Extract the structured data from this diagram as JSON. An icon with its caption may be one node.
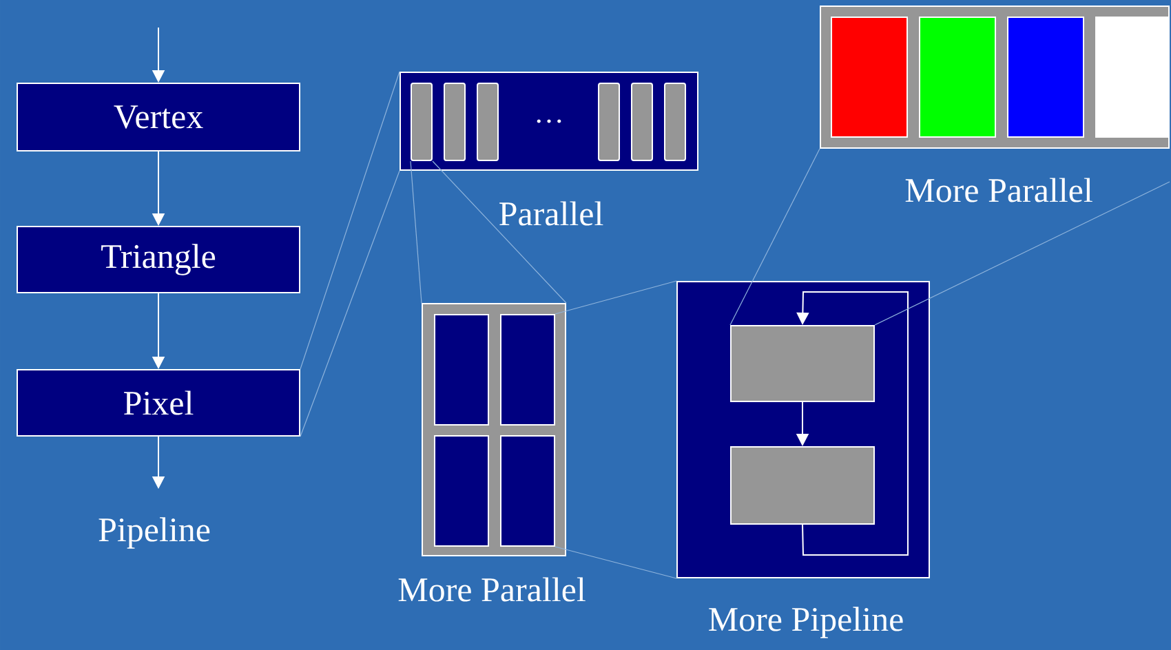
{
  "diagram": {
    "nodes": [
      {
        "text": [
          "Vertex"
        ]
      },
      {
        "text": [
          "Triangle"
        ]
      },
      {
        "text": [
          "Pixel"
        ]
      },
      {
        "text": [
          "…"
        ],
        "beside": [
          "Parallel"
        ]
      },
      {
        "text": [],
        "shape": "bar",
        "in": 3
      },
      {
        "text": [],
        "shape": "bar",
        "in": 3
      },
      {
        "text": [],
        "shape": "bar",
        "in": 3
      },
      {
        "text": [],
        "shape": "bar",
        "in": 3
      },
      {
        "text": [],
        "shape": "bar",
        "in": 3
      },
      {
        "text": [],
        "shape": "bar",
        "in": 3
      },
      {
        "text": [],
        "shape": "box",
        "beside": [
          "More Parallel"
        ]
      },
      {
        "text": [],
        "shape": "box",
        "in": 10
      },
      {
        "text": [],
        "shape": "box",
        "in": 10
      },
      {
        "text": [],
        "shape": "box",
        "in": 10
      },
      {
        "text": [],
        "shape": "box",
        "in": 10
      },
      {
        "text": [],
        "shape": "box",
        "beside": [
          "More Parallel"
        ]
      },
      {
        "text": [],
        "shape": "box",
        "in": 15
      },
      {
        "text": [],
        "shape": "box",
        "in": 15
      },
      {
        "text": [],
        "shape": "box",
        "in": 15
      },
      {
        "text": [],
        "shape": "box",
        "in": 15
      },
      {
        "text": [],
        "shape": "box",
        "beside": [
          "More Pipeline"
        ]
      },
      {
        "text": [],
        "shape": "box",
        "in": 20
      },
      {
        "text": [],
        "shape": "box",
        "in": 20
      }
    ],
    "edges": [
      {
        "from": null,
        "to": 0,
        "arrow": "to",
        "color": "#ffffff"
      },
      {
        "from": 0,
        "to": 1,
        "arrow": "to",
        "color": "#ffffff"
      },
      {
        "from": 1,
        "to": 2,
        "arrow": "to",
        "color": "#ffffff"
      },
      {
        "from": 2,
        "to": null,
        "arrow": "to",
        "color": "#ffffff"
      },
      {
        "from": 21,
        "to": 22,
        "arrow": "to",
        "color": "#ffffff"
      },
      {
        "from": 22,
        "to": 21,
        "arrow": "to",
        "color": "#ffffff"
      },
      {
        "from": 2,
        "to": 3,
        "arrow": "none",
        "color": "#8fb4dc"
      },
      {
        "from": 2,
        "to": 3,
        "arrow": "none",
        "color": "#8fb4dc"
      },
      {
        "from": 4,
        "to": 15,
        "arrow": "none",
        "color": "#8fb4dc"
      },
      {
        "from": 4,
        "to": 15,
        "arrow": "none",
        "color": "#8fb4dc"
      },
      {
        "from": 17,
        "to": 20,
        "arrow": "none",
        "color": "#8fb4dc"
      },
      {
        "from": 19,
        "to": 20,
        "arrow": "none",
        "color": "#8fb4dc"
      },
      {
        "from": 21,
        "to": 10,
        "arrow": "none",
        "color": "#8fb4dc"
      },
      {
        "from": 21,
        "to": null,
        "arrow": "none",
        "color": "#8fb4dc"
      }
    ],
    "labels": [
      "Pipeline"
    ]
  }
}
